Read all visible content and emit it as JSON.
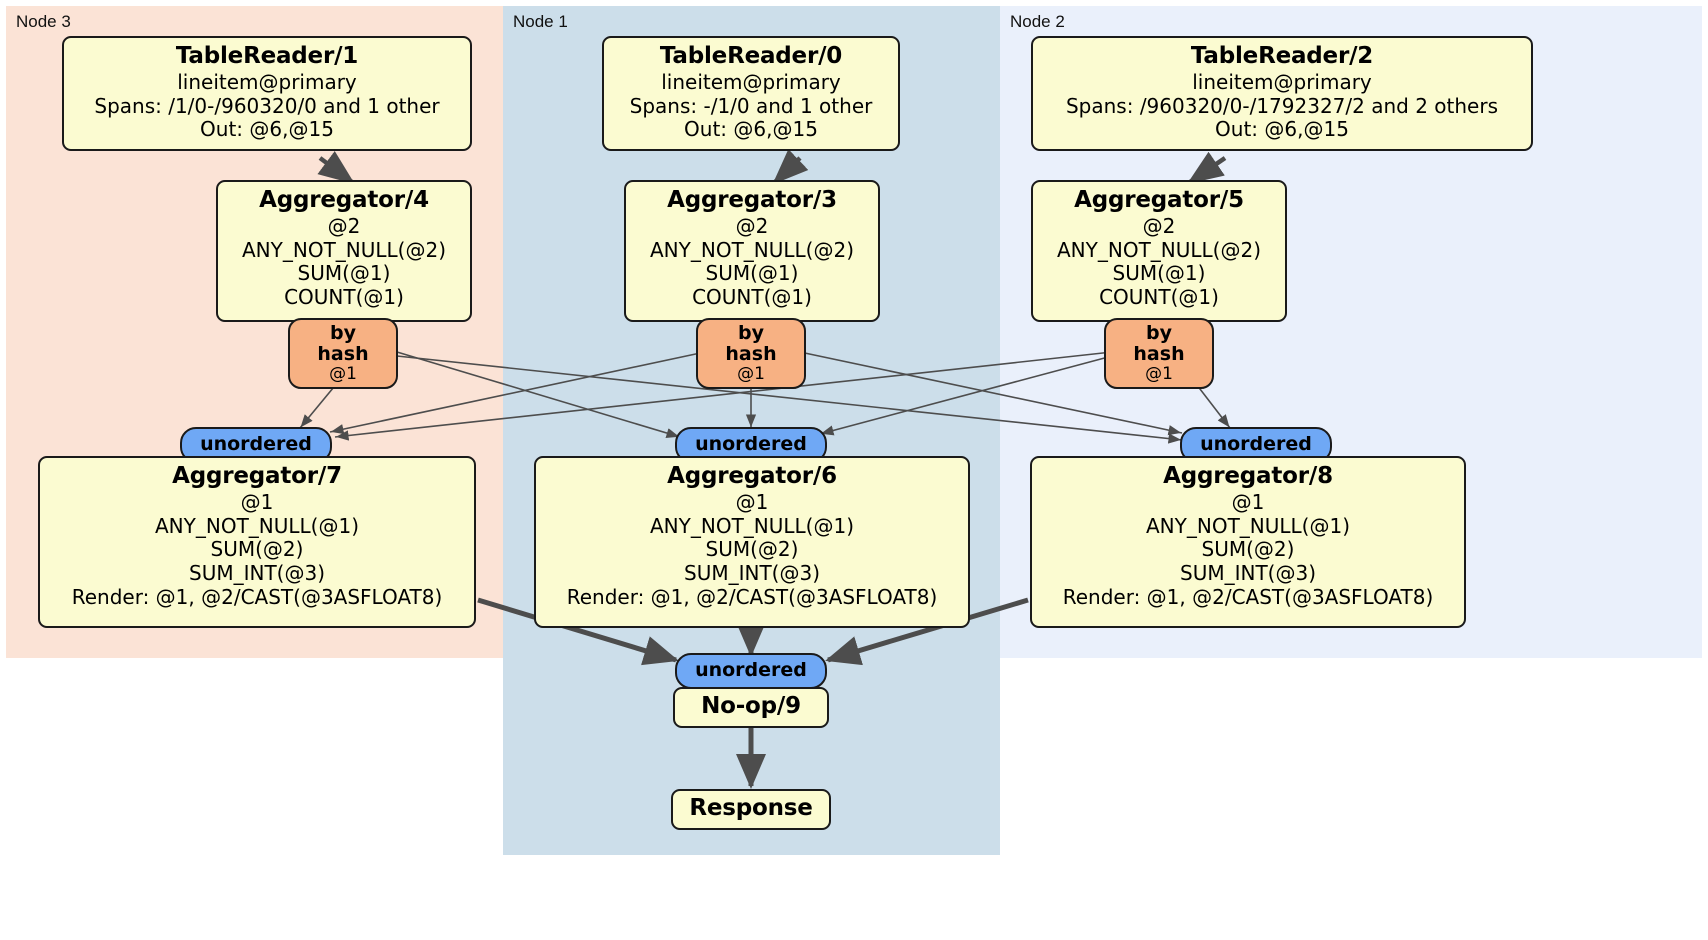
{
  "diagram": {
    "type": "distributed-query-execution-plan",
    "panels": [
      {
        "id": "node3",
        "label": "Node 3",
        "color": "#fbe3d6"
      },
      {
        "id": "node1",
        "label": "Node 1",
        "color": "#ccdeea"
      },
      {
        "id": "node2",
        "label": "Node 2",
        "color": "#eaf0fb"
      }
    ],
    "processors": [
      {
        "id": "tr1",
        "title": "TableReader/1",
        "lines": [
          "lineitem@primary",
          "Spans: /1/0-/960320/0 and 1 other",
          "Out: @6,@15"
        ]
      },
      {
        "id": "tr0",
        "title": "TableReader/0",
        "lines": [
          "lineitem@primary",
          "Spans: -/1/0 and 1 other",
          "Out: @6,@15"
        ]
      },
      {
        "id": "tr2",
        "title": "TableReader/2",
        "lines": [
          "lineitem@primary",
          "Spans: /960320/0-/1792327/2 and 2 others",
          "Out: @6,@15"
        ]
      },
      {
        "id": "agg4",
        "title": "Aggregator/4",
        "lines": [
          "@2",
          "ANY_NOT_NULL(@2)",
          "SUM(@1)",
          "COUNT(@1)"
        ]
      },
      {
        "id": "agg3",
        "title": "Aggregator/3",
        "lines": [
          "@2",
          "ANY_NOT_NULL(@2)",
          "SUM(@1)",
          "COUNT(@1)"
        ]
      },
      {
        "id": "agg5",
        "title": "Aggregator/5",
        "lines": [
          "@2",
          "ANY_NOT_NULL(@2)",
          "SUM(@1)",
          "COUNT(@1)"
        ]
      },
      {
        "id": "agg7",
        "title": "Aggregator/7",
        "lines": [
          "@1",
          "ANY_NOT_NULL(@1)",
          "SUM(@2)",
          "SUM_INT(@3)",
          "Render: @1, @2/CAST(@3ASFLOAT8)"
        ]
      },
      {
        "id": "agg6",
        "title": "Aggregator/6",
        "lines": [
          "@1",
          "ANY_NOT_NULL(@1)",
          "SUM(@2)",
          "SUM_INT(@3)",
          "Render: @1, @2/CAST(@3ASFLOAT8)"
        ]
      },
      {
        "id": "agg8",
        "title": "Aggregator/8",
        "lines": [
          "@1",
          "ANY_NOT_NULL(@1)",
          "SUM(@2)",
          "SUM_INT(@3)",
          "Render: @1, @2/CAST(@3ASFLOAT8)"
        ]
      },
      {
        "id": "noop9",
        "title": "No-op/9",
        "lines": []
      },
      {
        "id": "response",
        "title": "Response",
        "lines": []
      }
    ],
    "routers": [
      {
        "id": "router4",
        "label": "by hash",
        "sub": "@1"
      },
      {
        "id": "router3",
        "label": "by hash",
        "sub": "@1"
      },
      {
        "id": "router5",
        "label": "by hash",
        "sub": "@1"
      }
    ],
    "synchronizers": [
      {
        "id": "sync7",
        "label": "unordered"
      },
      {
        "id": "sync6",
        "label": "unordered"
      },
      {
        "id": "sync8",
        "label": "unordered"
      },
      {
        "id": "sync9",
        "label": "unordered"
      }
    ],
    "colors": {
      "processor_fill": "#fbfbd1",
      "router_fill": "#f7b183",
      "sync_fill": "#6fa8f5",
      "node3_fill": "#fbe3d6",
      "node1_fill": "#ccdeea",
      "node2_fill": "#eaf0fb",
      "stroke": "#1a1a1a",
      "edge": "#4d4d4d"
    }
  }
}
